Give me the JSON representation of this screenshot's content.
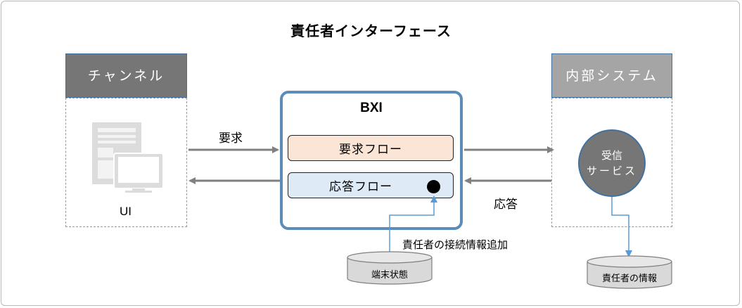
{
  "title": "責任者インターフェース",
  "channel": {
    "header": "チャンネル",
    "ui_label": "UI",
    "header_color": "#767676",
    "icon": "desktop-devices-icon"
  },
  "internal": {
    "header": "内部システム",
    "header_color": "#a5a5a5",
    "service_line1": "受信",
    "service_line2": "サービス"
  },
  "bxi": {
    "title": "BXI",
    "request_flow": "要求フロー",
    "response_flow": "応答フロー",
    "border_color": "#5b8db8",
    "request_color": "#fbe5d6",
    "response_color": "#deebf7"
  },
  "arrows": {
    "request": "要求",
    "response": "応答",
    "add_info": "責任者の接続情報追加"
  },
  "stores": {
    "terminal_state": "端末状態",
    "responsible_info": "責任者の情報"
  }
}
